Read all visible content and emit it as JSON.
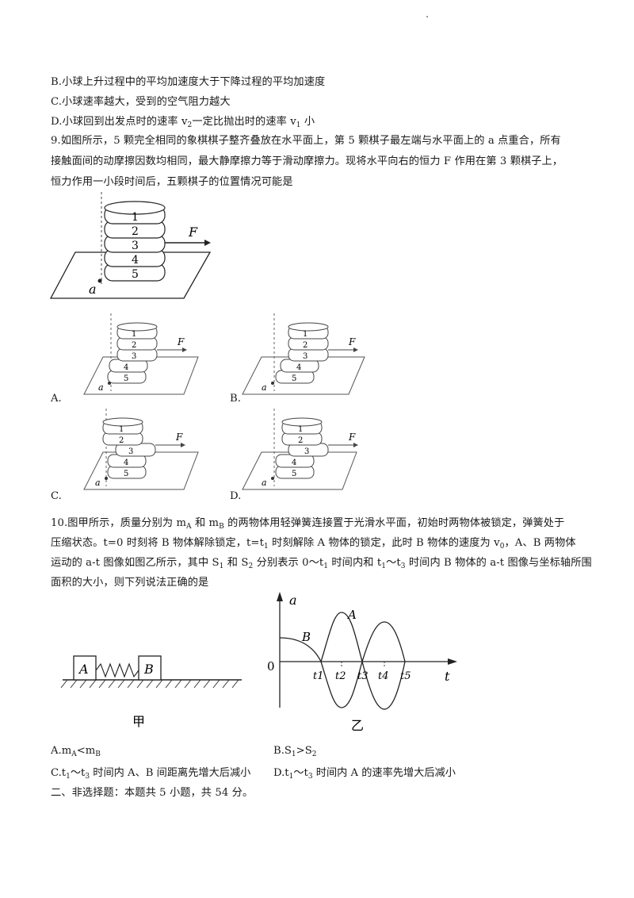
{
  "q8": {
    "optB": "B.小球上升过程中的平均加速度大于下降过程的平均加速度",
    "optC": "C.小球速率越大，受到的空气阻力越大",
    "optD_a": "D.小球回到出发点时的速率 v",
    "optD_b": "2",
    "optD_c": "一定比抛出时的速率 v",
    "optD_d": "1",
    "optD_e": " 小"
  },
  "q9": {
    "line1": "9.如图所示，5 颗完全相同的象棋棋子整齐叠放在水平面上，第 5 颗棋子最左端与水平面上的 a 点重合，所有",
    "line2": "接触面间的动摩擦因数均相同，最大静摩擦力等于滑动摩擦力。现将水平向右的恒力 F 作用在第 3 颗棋子上，",
    "line3": "恒力作用一小段时间后，五颗棋子的位置情况可能是",
    "fig": {
      "labels": [
        "1",
        "2",
        "3",
        "4",
        "5"
      ],
      "force": "F",
      "point": "a"
    },
    "options": [
      "A.",
      "B.",
      "C.",
      "D."
    ]
  },
  "q10": {
    "l1_a": "10.图甲所示，质量分别为 m",
    "l1_b": "A",
    "l1_c": " 和 m",
    "l1_d": "B",
    "l1_e": " 的两物体用轻弹簧连接置于光滑水平面，初始时两物体被锁定，弹簧处于",
    "l2_a": "压缩状态。t=0 时刻将 B 物体解除锁定，t=t",
    "l2_b": "1",
    "l2_c": " 时刻解除 A 物体的锁定，此时 B 物体的速度为 v",
    "l2_d": "0",
    "l2_e": "，A、B 两物体",
    "l3_a": "运动的 a-t 图像如图乙所示，其中 S",
    "l3_b": "1",
    "l3_c": " 和 S",
    "l3_d": "2",
    "l3_e": " 分别表示 0～t",
    "l3_f": "1",
    "l3_g": " 时间内和 t",
    "l3_h": "1",
    "l3_i": "～t",
    "l3_j": "3",
    "l3_k": " 时间内 B 物体的 a-t 图像与坐标轴所围",
    "line4": "面积的大小，则下列说法正确的是",
    "figA": {
      "blockA": "A",
      "blockB": "B",
      "caption": "甲"
    },
    "figB": {
      "ylabel": "a",
      "xlabel": "t",
      "origin": "0",
      "curveA": "A",
      "curveB": "B",
      "ticks": [
        "t1",
        "t2",
        "t3",
        "t4",
        "t5"
      ],
      "caption": "乙"
    },
    "optA_a": "A.m",
    "optA_b": "A",
    "optA_c": "<m",
    "optA_d": "B",
    "optB_a": "B.S",
    "optB_b": "1",
    "optB_c": ">S",
    "optB_d": "2",
    "optC_a": "C.t",
    "optC_b": "1",
    "optC_c": "～t",
    "optC_d": "3",
    "optC_e": " 时间内 A、B 间距离先增大后减小",
    "optD_a": "D.t",
    "optD_b": "1",
    "optD_c": "～t",
    "optD_d": "3",
    "optD_e": " 时间内 A 的速率先增大后减小"
  },
  "section2": "二、非选择题：本题共 5 小题，共 54 分。"
}
